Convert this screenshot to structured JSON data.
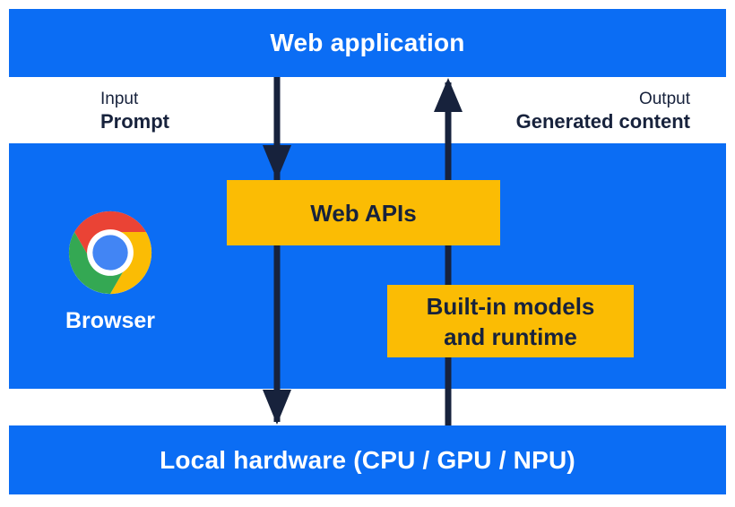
{
  "diagram": {
    "title_bar": "Web application",
    "io": {
      "input_label": "Input",
      "input_value": "Prompt",
      "output_label": "Output",
      "output_value": "Generated content"
    },
    "browser": {
      "label": "Browser",
      "icon": "chrome-icon"
    },
    "boxes": {
      "web_apis_label": "Web APIs",
      "builtin_line1": "Built-in models",
      "builtin_line2": "and runtime"
    },
    "hardware_bar": "Local hardware (CPU / GPU / NPU)",
    "arrows": [
      {
        "name": "input-flow",
        "direction": "down",
        "from": "Web application",
        "to": "Local hardware (CPU / GPU / NPU)"
      },
      {
        "name": "output-flow",
        "direction": "up",
        "from": "Local hardware (CPU / GPU / NPU)",
        "to": "Web application"
      }
    ],
    "colors": {
      "panel_blue": "#0b6df4",
      "accent_yellow": "#fbbc04",
      "arrow_navy": "#17223c",
      "chrome_red": "#ea4335",
      "chrome_green": "#34a853",
      "chrome_yellow": "#fbbc04",
      "chrome_blue": "#4285f4"
    }
  }
}
